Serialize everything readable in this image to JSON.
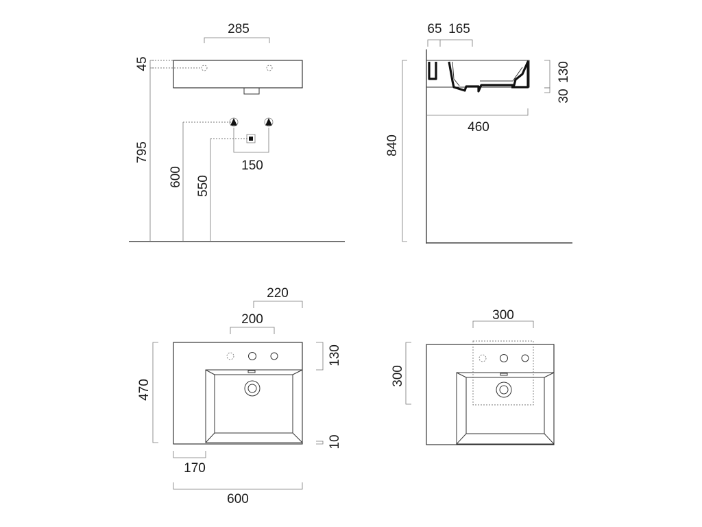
{
  "front_view": {
    "dim_width_holes": "285",
    "dim_rim_thickness": "45",
    "dim_rim_height": "795",
    "dim_supply_height": "600",
    "dim_waste_height": "550",
    "dim_supply_spacing": "150"
  },
  "side_view": {
    "dim_hole_offset": "65",
    "dim_hole_span": "165",
    "dim_depth": "460",
    "dim_overall_height": "840",
    "dim_rim_top": "130",
    "dim_rim_bottom": "30"
  },
  "top_view_3hole": {
    "dim_centers": "220",
    "dim_spacing": "200",
    "dim_depth": "470",
    "dim_back_band": "130",
    "dim_side_margin": "170",
    "dim_width": "600",
    "dim_front_margin": "10"
  },
  "top_view_ref": {
    "dim_square_w": "300",
    "dim_square_h": "300"
  }
}
